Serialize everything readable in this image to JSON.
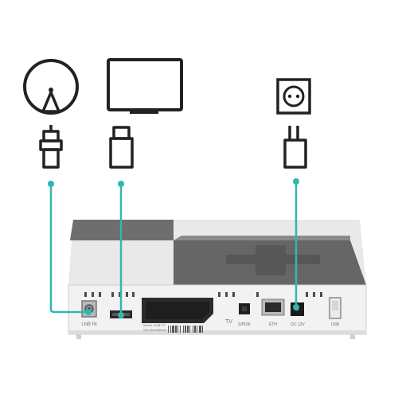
{
  "colors": {
    "connector_line": "#2fb8b0",
    "icon_stroke": "#222222",
    "device_body": "#f1f1f1",
    "device_dark": "#6b6b6b"
  },
  "icons": {
    "satellite": "satellite-dish-icon",
    "tv": "tv-icon",
    "socket": "power-socket-icon",
    "coax_plug": "coax-plug-icon",
    "hdmi_plug": "hdmi-plug-icon",
    "power_plug": "power-plug-icon"
  },
  "device": {
    "sticker_line1": "Model: DVB-T2",
    "sticker_line2": "S/N 2004050211",
    "port_labels": {
      "lnb": "LNB IN",
      "tv": "TV",
      "spdif": "S/PDIF",
      "eth": "ETH",
      "power": "DC 12V",
      "usb": "USB"
    }
  }
}
